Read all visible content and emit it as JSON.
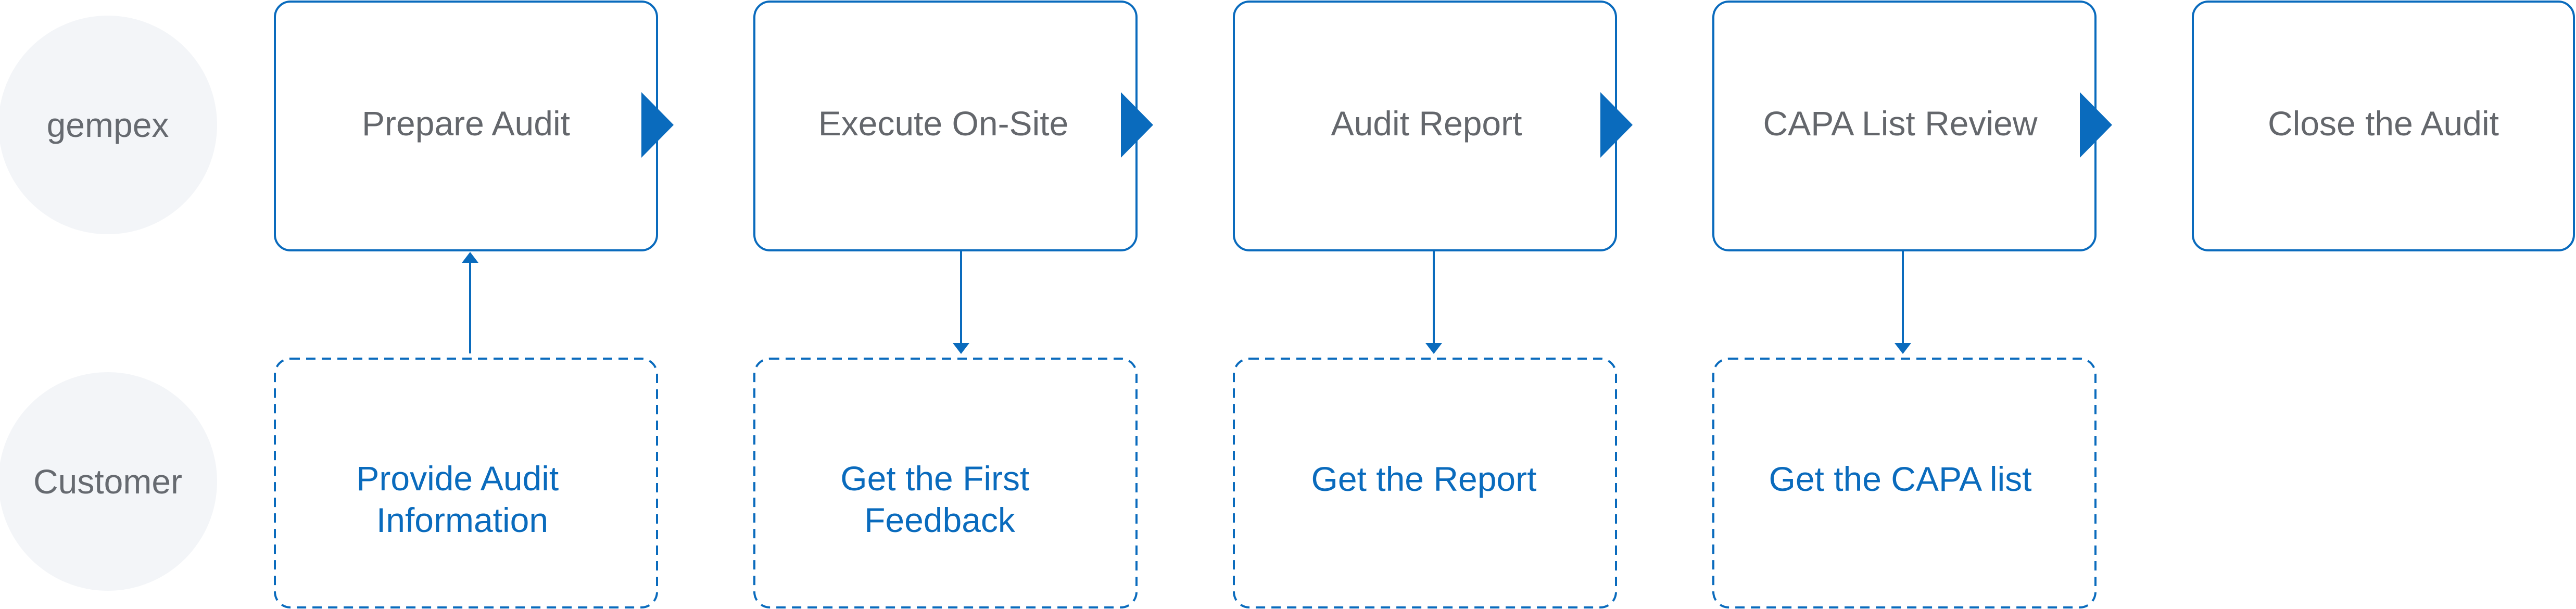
{
  "lanes": {
    "top": "gempex",
    "bottom": "Customer"
  },
  "steps": [
    {
      "label": "Prepare Audit"
    },
    {
      "label": "Execute On-Site"
    },
    {
      "label": "Audit Report"
    },
    {
      "label": "CAPA List Review"
    },
    {
      "label": "Close the Audit"
    }
  ],
  "customer_steps": [
    {
      "lines": [
        "Provide Audit",
        "Information"
      ]
    },
    {
      "lines": [
        "Get the First",
        "Feedback"
      ]
    },
    {
      "lines": [
        "Get the Report"
      ]
    },
    {
      "lines": [
        "Get the CAPA list"
      ]
    }
  ],
  "colors": {
    "blue": "#0a6bbd",
    "lane_bg": "#f3f5f8",
    "step_text": "#64676c"
  }
}
